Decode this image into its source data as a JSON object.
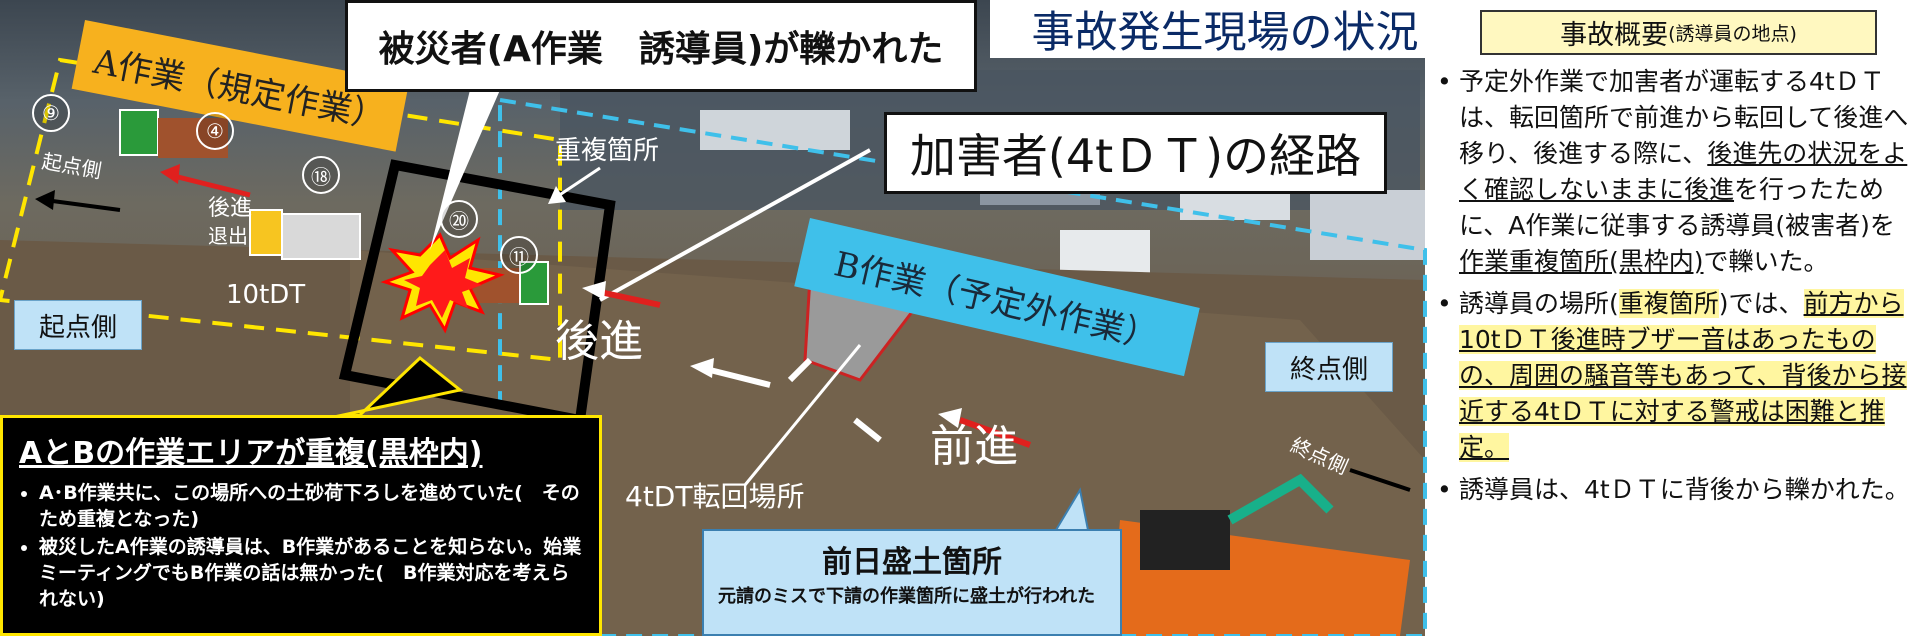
{
  "header": {
    "victim_title": "被災者(A作業　誘導員)が轢かれた",
    "page_title": "事故発生現場の状況",
    "route_title": "加害者(4tＤＴ)の経路"
  },
  "summary": {
    "title_main": "事故概要",
    "title_sub": "(誘導員の地点)",
    "items": [
      {
        "segments": [
          {
            "text": "予定外作業で加害者が運転する4tＤＴは、転回箇所で前進から転回して後進へ移り、後進する際に、",
            "style": "plain"
          },
          {
            "text": "後進先の状況をよく確認しないままに後進",
            "style": "u"
          },
          {
            "text": "を行ったために、A作業に従事する誘導員(被害者)を",
            "style": "plain"
          },
          {
            "text": "作業重複箇所(黒枠内)",
            "style": "u"
          },
          {
            "text": "で轢いた。",
            "style": "plain"
          }
        ]
      },
      {
        "segments": [
          {
            "text": "誘導員の場所(",
            "style": "plain"
          },
          {
            "text": "重複箇所",
            "style": "hl"
          },
          {
            "text": ")では、",
            "style": "plain"
          },
          {
            "text": "前方から10tＤＴ後進時ブザー音はあったものの、周囲の騒音等もあって、背後から接近する4tＤＴに対する警戒は困難と推定。",
            "style": "uhl"
          }
        ]
      },
      {
        "segments": [
          {
            "text": "誘導員は、4tＤＴに背後から轢かれた。",
            "style": "plain"
          }
        ]
      }
    ]
  },
  "photo": {
    "a_work_label": "A作業（規定作業）",
    "b_work_label": "B作業（予定外作業）",
    "overlap_spot_label": "重複箇所",
    "start_side": "起点側",
    "end_side": "終点側",
    "start_side_tilted": "起点側",
    "end_side_tilted": "終点側",
    "backward": "後進",
    "forward": "前進",
    "turn_spot": "4tDT転回場所",
    "tdt_10_label": "10tDT",
    "a_backward": "後進",
    "a_exit": "退出",
    "numbers": [
      "⑨",
      "④",
      "⑱",
      "⑪",
      "⑳"
    ]
  },
  "overlap_box": {
    "heading": "AとBの作業エリアが重複(黒枠内)",
    "items": [
      "A･B作業共に、この場所への土砂荷下ろしを進めていた(　そのため重複となった)",
      "被災したA作業の誘導員は、B作業があることを知らない。始業ミーティングでもB作業の話は無かった(　B作業対応を考えられない)"
    ]
  },
  "prior_box": {
    "heading": "前日盛土箇所",
    "body": "元請のミスで下請の作業箇所に盛土が行われた"
  },
  "colors": {
    "a_work": "#f7b11e",
    "b_work": "#3fc0ea",
    "overlap_border": "#ffe600",
    "label_blue": "#bfe2f7",
    "summary_highlight": "#fff6a0",
    "arrow_red": "#e0201e"
  }
}
